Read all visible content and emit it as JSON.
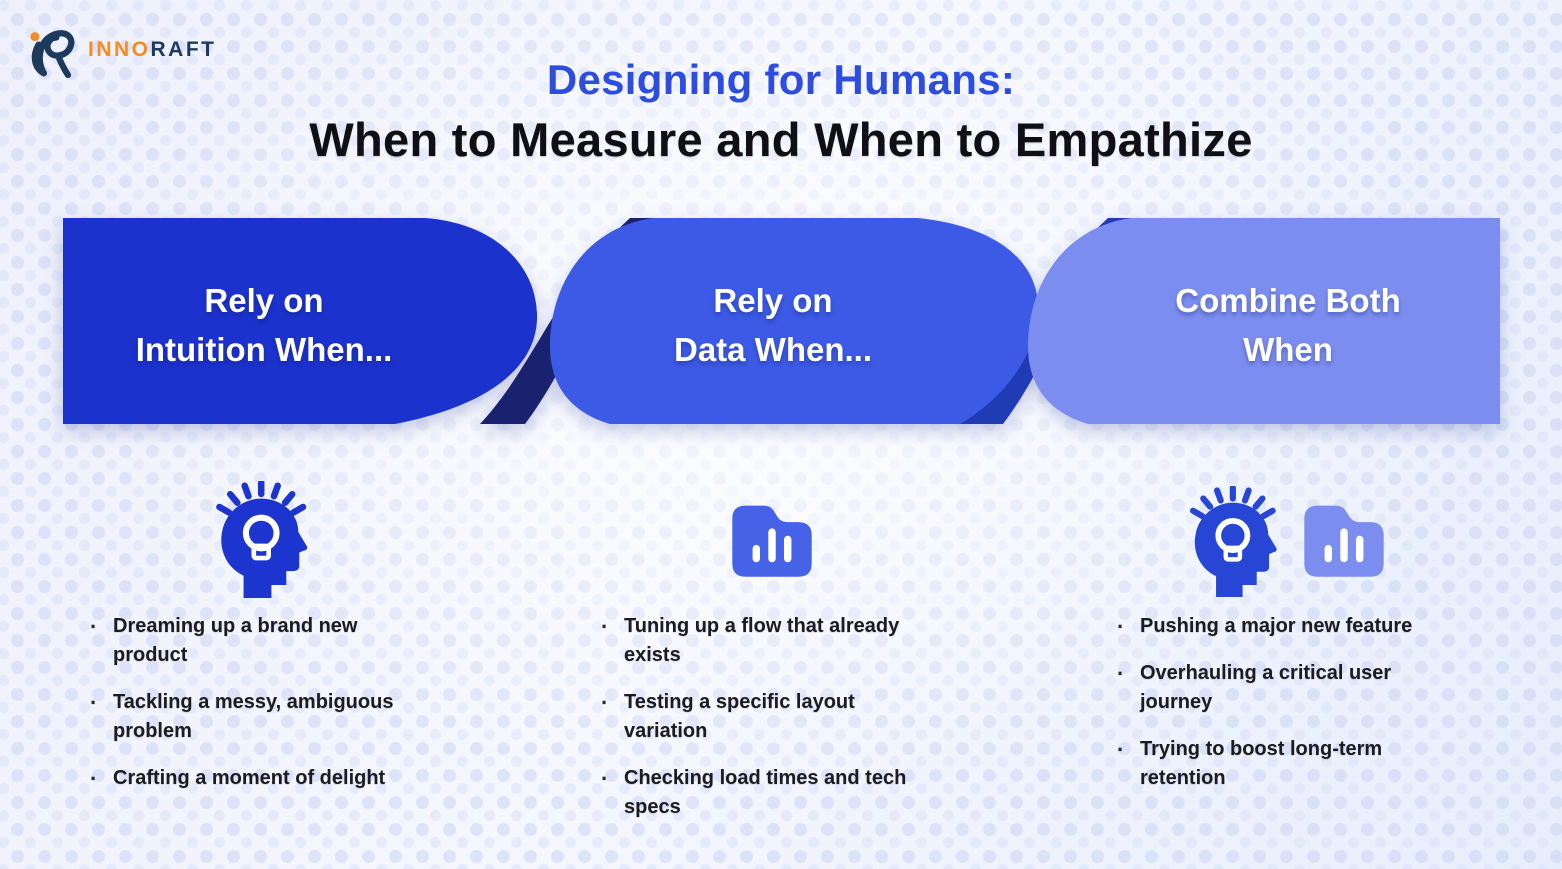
{
  "ui": {
    "bullet": "·"
  },
  "logo": {
    "word_primary": "INNO",
    "word_secondary": "RAFT"
  },
  "title": {
    "line1": "Designing for Humans:",
    "line2": "When to Measure and When to Empathize"
  },
  "colors": {
    "title_accent": "#2d4ce0",
    "title_main": "#0f0f14",
    "logo_orange": "#f68b1f",
    "logo_navy": "#1d3a5c",
    "banner_intuition": "#1c32cd",
    "banner_data": "#3c5ae6",
    "banner_combine": "#7c8df0",
    "twist_dark": "#18226e",
    "twist_mid": "#1f3cb4",
    "icon_head_blue": "#1d35cf",
    "icon_head_blue_alt": "#2846d6",
    "icon_folder_blue": "#4663e8",
    "icon_folder_light": "#7c8df0",
    "banner_text": "#ffffff",
    "body_text": "#1b1b20"
  },
  "sections": [
    {
      "id": "intuition",
      "banner": {
        "line1": "Rely on",
        "line2": "Intuition When..."
      },
      "icons": [
        "head-lightbulb-icon"
      ],
      "items": [
        "Dreaming up a brand new product",
        "Tackling a messy, ambiguous problem",
        "Crafting a moment of delight"
      ]
    },
    {
      "id": "data",
      "banner": {
        "line1": "Rely on",
        "line2": "Data When..."
      },
      "icons": [
        "folder-analytics-icon"
      ],
      "items": [
        "Tuning up a flow that already exists",
        "Testing a specific layout variation",
        "Checking load times and tech specs"
      ]
    },
    {
      "id": "combine",
      "banner": {
        "line1": "Combine Both",
        "line2": "When"
      },
      "icons": [
        "head-lightbulb-icon",
        "folder-analytics-icon"
      ],
      "items": [
        "Pushing a major new feature",
        "Overhauling a critical user journey",
        "Trying to boost long-term retention"
      ]
    }
  ]
}
